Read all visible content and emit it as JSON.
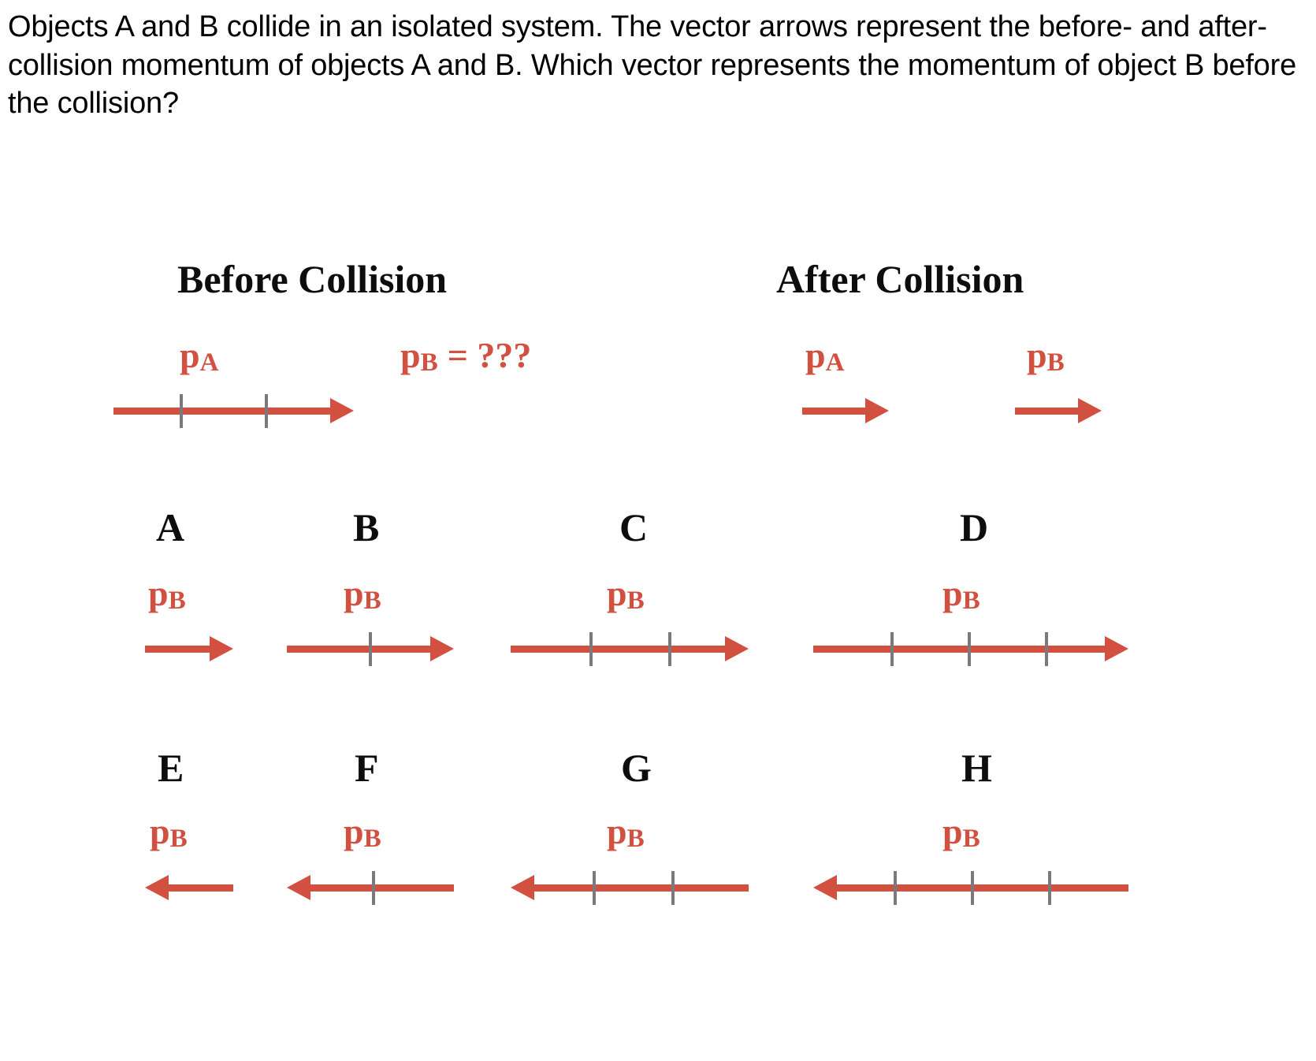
{
  "question": {
    "text": "Objects A and B collide in an isolated system. The vector arrows represent the before- and after-collision momentum of objects A and B. Which vector represents the momentum of object B before the collision?"
  },
  "colors": {
    "vector_red": "#d2503f",
    "tick_gray": "#7a7a7a",
    "text_black": "#0d0d0d",
    "background": "#ffffff"
  },
  "diagram": {
    "panels": [
      {
        "id": "before",
        "heading": "Before Collision",
        "vectors": [
          {
            "id": "before-pa",
            "label_p": "p",
            "label_sub": "A",
            "label_full": "pA",
            "direction": "right",
            "ticks": 2,
            "magnitude": 3
          },
          {
            "id": "before-pb",
            "label_p": "p",
            "label_sub": "B",
            "label_full": "pB = ???",
            "suffix": " = ???",
            "direction": "unknown",
            "ticks": 0,
            "magnitude": null
          }
        ]
      },
      {
        "id": "after",
        "heading": "After Collision",
        "vectors": [
          {
            "id": "after-pa",
            "label_p": "p",
            "label_sub": "A",
            "label_full": "pA",
            "direction": "right",
            "ticks": 0,
            "magnitude": 1
          },
          {
            "id": "after-pb",
            "label_p": "p",
            "label_sub": "B",
            "label_full": "pB",
            "direction": "right",
            "ticks": 0,
            "magnitude": 1
          }
        ]
      }
    ]
  },
  "options": [
    {
      "letter": "A",
      "label_p": "p",
      "label_sub": "B",
      "direction": "right",
      "ticks": 0,
      "magnitude": 1
    },
    {
      "letter": "B",
      "label_p": "p",
      "label_sub": "B",
      "direction": "right",
      "ticks": 1,
      "magnitude": 2
    },
    {
      "letter": "C",
      "label_p": "p",
      "label_sub": "B",
      "direction": "right",
      "ticks": 2,
      "magnitude": 3
    },
    {
      "letter": "D",
      "label_p": "p",
      "label_sub": "B",
      "direction": "right",
      "ticks": 3,
      "magnitude": 4
    },
    {
      "letter": "E",
      "label_p": "p",
      "label_sub": "B",
      "direction": "left",
      "ticks": 0,
      "magnitude": 1
    },
    {
      "letter": "F",
      "label_p": "p",
      "label_sub": "B",
      "direction": "left",
      "ticks": 1,
      "magnitude": 2
    },
    {
      "letter": "G",
      "label_p": "p",
      "label_sub": "B",
      "direction": "left",
      "ticks": 2,
      "magnitude": 3
    },
    {
      "letter": "H",
      "label_p": "p",
      "label_sub": "B",
      "direction": "left",
      "ticks": 3,
      "magnitude": 4
    }
  ]
}
